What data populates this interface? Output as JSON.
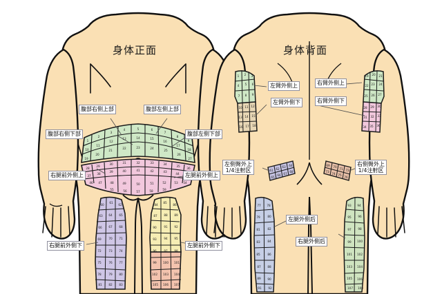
{
  "meta": {
    "background_color": "#ffffff",
    "skin_color": "#fae0b4",
    "outline_color": "#111111"
  },
  "panels": [
    {
      "id": "front",
      "title": "身体正面"
    },
    {
      "id": "back",
      "title": "身体背面"
    }
  ],
  "front": {
    "title": "身体正面",
    "labels": [
      {
        "name": "abdomen-right-upper",
        "text": "腹部右侧上部"
      },
      {
        "name": "abdomen-left-upper",
        "text": "腹部左侧上部"
      },
      {
        "name": "abdomen-right-lower",
        "text": "腹部右侧下部"
      },
      {
        "name": "abdomen-left-lower",
        "text": "腹部左侧下部"
      },
      {
        "name": "right-thigh-anterolateral-upper",
        "text": "右腿前外侧上"
      },
      {
        "name": "left-thigh-anterolateral-upper",
        "text": "左腿前外侧上"
      },
      {
        "name": "right-thigh-anterolateral-lower",
        "text": "右腿前外侧下"
      },
      {
        "name": "left-thigh-anterolateral-lower",
        "text": "左腿前外侧下"
      }
    ],
    "regions": [
      {
        "name": "abdomen-upper-grid",
        "color": "#cfe8c6",
        "cell_range": [
          1,
          28
        ]
      },
      {
        "name": "abdomen-lower-grid",
        "color": "#f2c8dd",
        "cell_range": [
          29,
          56
        ]
      },
      {
        "name": "right-thigh-grid",
        "color": "#cfc6e6",
        "cell_range": [
          57,
          80
        ]
      },
      {
        "name": "left-thigh-grid-upper",
        "color": "#f6edb4",
        "cell_range": [
          81,
          98
        ]
      },
      {
        "name": "left-thigh-grid-lower",
        "color": "#f3c3ae",
        "cell_range": [
          99,
          110
        ]
      }
    ]
  },
  "back": {
    "title": "身体背面",
    "labels": [
      {
        "name": "left-arm-lateral-upper",
        "text": "左臂外侧上"
      },
      {
        "name": "left-arm-lateral-lower",
        "text": "左臂外侧下"
      },
      {
        "name": "right-arm-lateral-upper",
        "text": "右臂外侧上"
      },
      {
        "name": "right-arm-lateral-lower",
        "text": "右臂外侧下"
      },
      {
        "name": "left-gluteal-upper-outer-quadrant",
        "line1": "左侧臀外上",
        "line2": "1/4注射区"
      },
      {
        "name": "right-gluteal-upper-outer-quadrant",
        "line1": "右侧臀外上",
        "line2": "1/4注射区"
      },
      {
        "name": "left-thigh-posterolateral",
        "text": "左腿外侧后"
      },
      {
        "name": "right-thigh-posterolateral",
        "text": "右腿外侧后"
      }
    ],
    "regions": [
      {
        "name": "left-arm-upper-grid",
        "color": "#cfe8c6",
        "cell_range": [
          1,
          12
        ]
      },
      {
        "name": "left-arm-lower-grid",
        "color": "#e8d7b5",
        "cell_range": [
          13,
          24
        ]
      },
      {
        "name": "right-arm-upper-grid",
        "color": "#cfe8c6",
        "cell_range": [
          25,
          36
        ]
      },
      {
        "name": "right-arm-lower-grid",
        "color": "#f2c8dd",
        "cell_range": [
          37,
          48
        ]
      },
      {
        "name": "left-gluteal-grid",
        "color": "#c6c3e2",
        "cell_range": [
          69,
          76
        ]
      },
      {
        "name": "right-gluteal-grid",
        "color": "#e8c0a8",
        "cell_range": [
          77,
          84
        ]
      },
      {
        "name": "left-thigh-back-grid",
        "color": "#c6cfe6",
        "cell_range": [
          85,
          94
        ]
      },
      {
        "name": "right-thigh-back-grid",
        "color": "#cfe4c0",
        "cell_range": [
          95,
          108
        ]
      }
    ]
  }
}
